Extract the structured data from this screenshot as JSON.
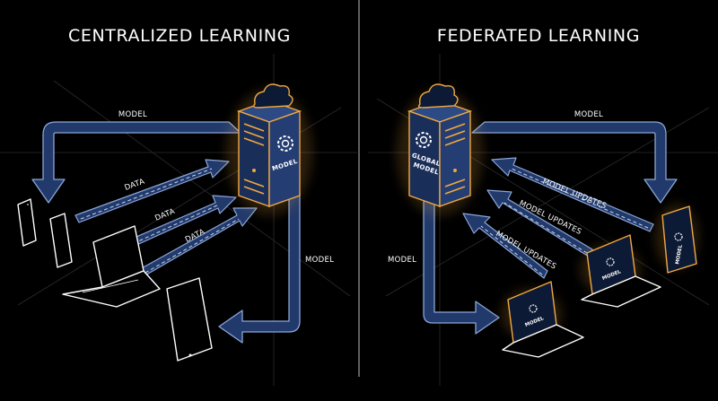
{
  "left": {
    "title": "CENTRALIZED LEARNING",
    "server_label": "MODEL",
    "arrow_model_top": "MODEL",
    "arrow_model_right": "MODEL",
    "data_labels": [
      "DATA",
      "DATA",
      "DATA"
    ]
  },
  "right": {
    "title": "FEDERATED LEARNING",
    "server_label_line1": "GLOBAL",
    "server_label_line2": "MODEL",
    "arrow_model_top": "MODEL",
    "arrow_model_left": "MODEL",
    "update_labels": [
      "MODEL UPDATES",
      "MODEL UPDATES",
      "MODEL UPDATES"
    ],
    "device_labels": [
      "MODEL",
      "MODEL",
      "MODEL"
    ]
  },
  "colors": {
    "background": "#000000",
    "accent": "#f0a840",
    "arrow_fill": "#223a6b",
    "device_outline": "#ffffff"
  }
}
